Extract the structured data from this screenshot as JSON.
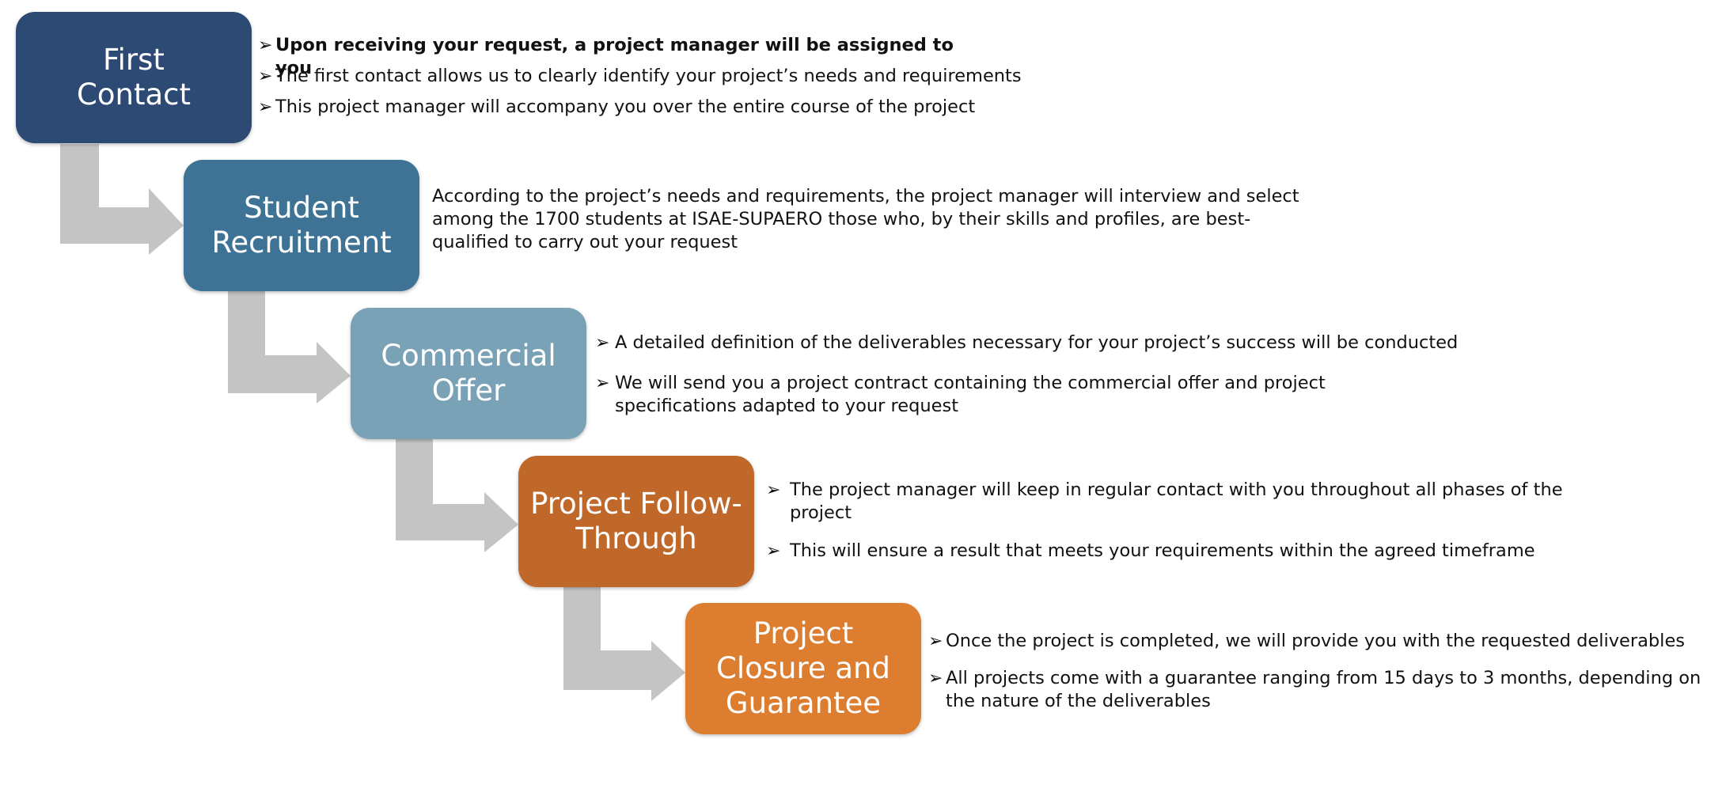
{
  "colors": {
    "connector": "#c4c4c4",
    "step1": "#2c4a73",
    "step2": "#3e7395",
    "step3": "#7aa2b6",
    "step4": "#c0682a",
    "step5": "#dd7d30"
  },
  "steps": [
    {
      "title": "First\nContact",
      "bullets": [
        "Upon receiving your request, a project manager will be assigned to you",
        "The first contact allows us to clearly identify your project’s needs and requirements",
        "This project manager will accompany you over the entire course of the project"
      ]
    },
    {
      "title": "Student\nRecruitment",
      "description": "According to the project’s needs and requirements, the project manager will interview and select among the 1700 students at ISAE-SUPAERO those who, by their skills and profiles, are best-qualified to carry out your request"
    },
    {
      "title": "Commercial\nOffer",
      "bullets": [
        "A detailed definition of the deliverables necessary for your project’s success will be conducted",
        "We will send you a project contract containing the commercial offer and project specifications adapted to your request"
      ]
    },
    {
      "title": "Project Follow-\nThrough",
      "bullets": [
        "The project manager will keep in regular contact with you throughout all phases of the project",
        "This will ensure a result that meets your requirements within the agreed timeframe"
      ]
    },
    {
      "title": "Project\nClosure and\nGuarantee",
      "bullets": [
        "Once the project is completed, we will provide you with the requested deliverables",
        "All projects come with a guarantee ranging from 15 days to 3 months, depending on the nature of the deliverables"
      ]
    }
  ]
}
